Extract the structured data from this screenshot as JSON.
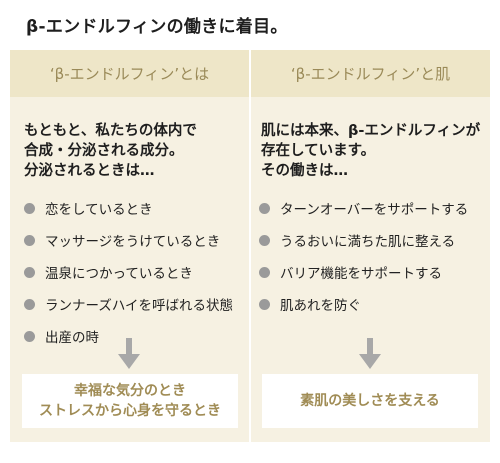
{
  "title": "β-エンドルフィンの働きに着目。",
  "left": {
    "header": "‘β-エンドルフィン’とは",
    "intro": [
      "もともと、私たちの体内で",
      "合成・分泌される成分。",
      "分泌されるときは…"
    ],
    "items": [
      "恋をしているとき",
      "マッサージをうけているとき",
      "温泉につかっているとき",
      "ランナーズハイを呼ばれる状態",
      "出産の時"
    ],
    "result": [
      "幸福な気分のとき",
      "ストレスから心身を守るとき"
    ]
  },
  "right": {
    "header": "‘β-エンドルフィン’と肌",
    "intro": [
      "肌には本来、β-エンドルフィンが",
      "存在しています。",
      "その働きは…"
    ],
    "items": [
      "ターンオーバーをサポートする",
      "うるおいに満ちた肌に整える",
      "バリア機能をサポートする",
      "肌あれを防ぐ"
    ],
    "result": [
      "素肌の美しさを支える"
    ]
  },
  "colors": {
    "panel": "#f6f1e2",
    "header_band": "#eee6c8",
    "header_text": "#9a8a58",
    "result_text": "#a08c55",
    "bullet": "#9a9a9a",
    "arrow": "#a8a8a8"
  }
}
